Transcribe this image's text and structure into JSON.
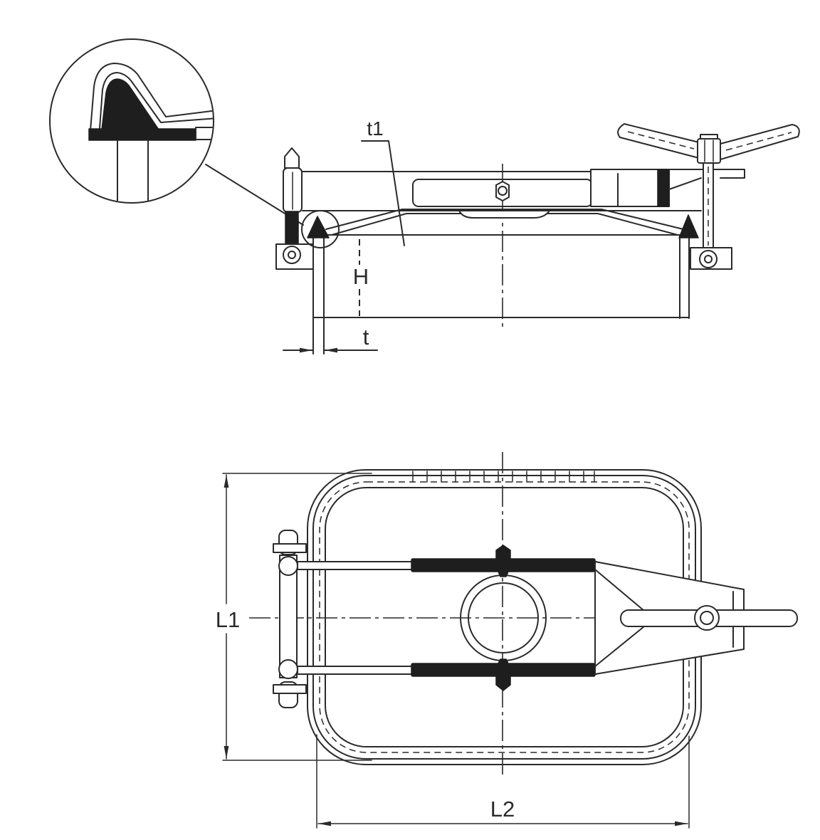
{
  "labels": {
    "t1": "t1",
    "h": "H",
    "t": "t",
    "l1": "L1",
    "l2": "L2"
  },
  "colors": {
    "line": "#2a2a2a",
    "fill": "#1e1e1e",
    "background": "#ffffff"
  }
}
